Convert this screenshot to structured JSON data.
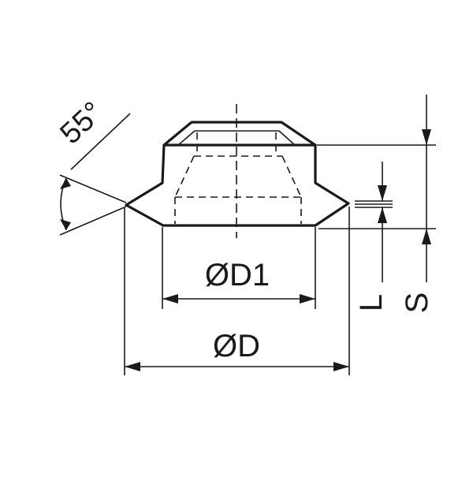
{
  "labels": {
    "angle": "55°",
    "inner_diameter": "ØD1",
    "outer_diameter": "ØD",
    "length": "L",
    "height": "S"
  },
  "colors": {
    "line": "#1a1a1a",
    "background": "#ffffff"
  }
}
